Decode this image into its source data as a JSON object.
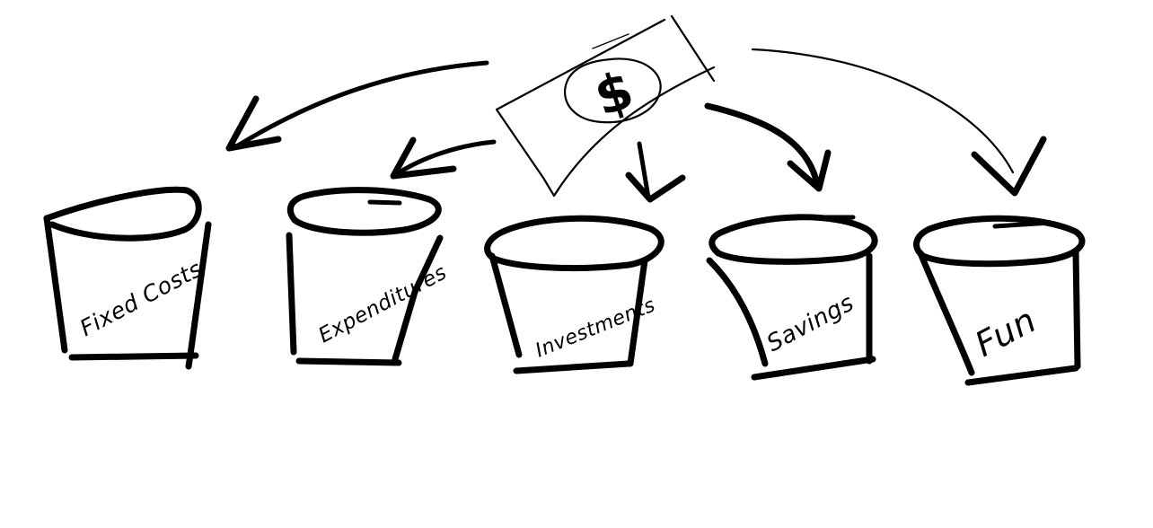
{
  "diagram": {
    "source_symbol": "$",
    "buckets": [
      {
        "label": "Fixed Costs"
      },
      {
        "label": "Expenditures"
      },
      {
        "label": "Investments"
      },
      {
        "label": "Savings"
      },
      {
        "label": "Fun"
      }
    ]
  },
  "colors": {
    "ink": "#000000",
    "background": "#ffffff"
  }
}
